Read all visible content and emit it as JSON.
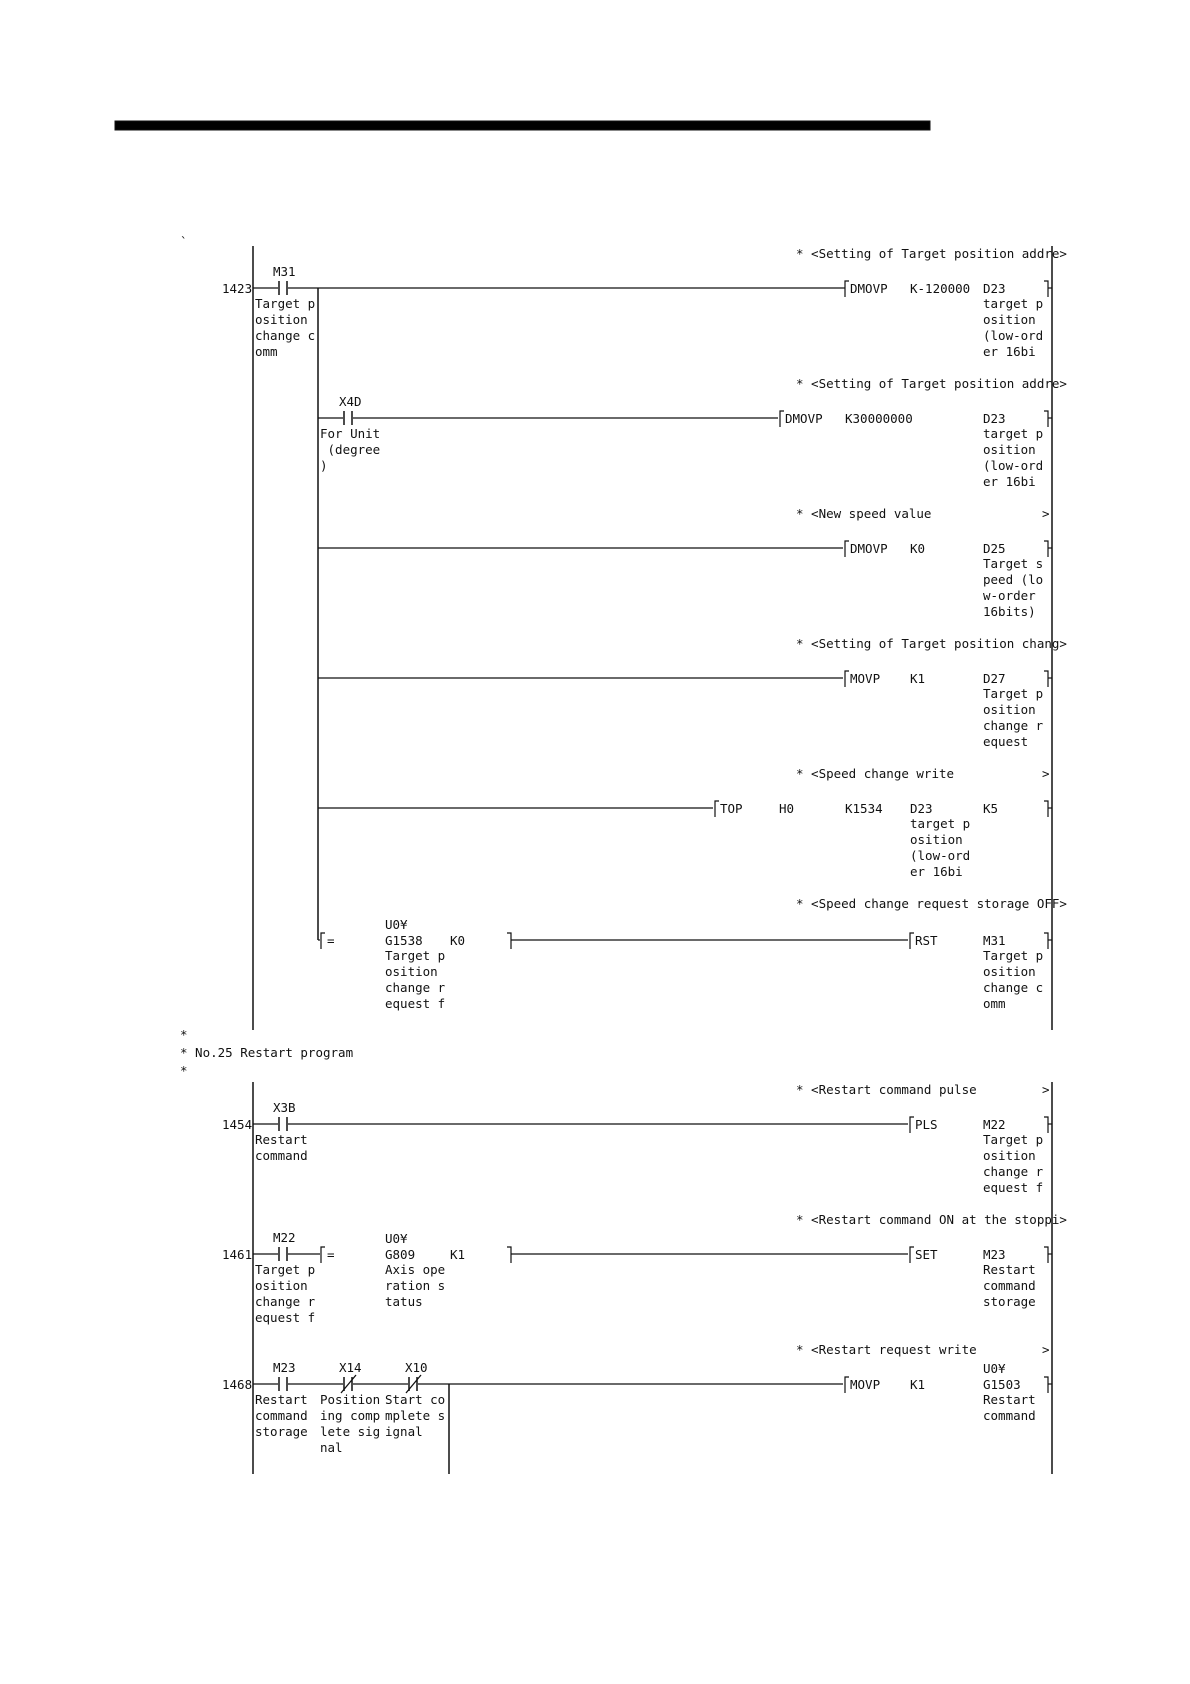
{
  "header_rule_color": "#000000",
  "diagram": {
    "top_mark": "`",
    "rungs": [
      {
        "step": "1423",
        "comment": "* <Setting of Target position addre>",
        "contact": {
          "device": "M31",
          "label": [
            "Target p",
            "osition",
            "change c",
            "omm"
          ]
        },
        "instruction": {
          "mnemonic": "DMOVP",
          "operands": [
            "K-120000",
            "D23"
          ]
        },
        "dest_label": [
          "target p",
          "osition",
          "(low-ord",
          "er 16bi"
        ]
      },
      {
        "comment": "* <Setting of Target position addre>",
        "contact": {
          "device": "X4D",
          "label": [
            "For Unit",
            " (degree",
            ")"
          ]
        },
        "instruction": {
          "mnemonic": "DMOVP",
          "operands": [
            "K30000000",
            "D23"
          ]
        },
        "dest_label": [
          "target p",
          "osition",
          "(low-ord",
          "er 16bi"
        ]
      },
      {
        "comment": "* <New speed value",
        "comment_end": ">",
        "instruction": {
          "mnemonic": "DMOVP",
          "operands": [
            "K0",
            "D25"
          ]
        },
        "dest_label": [
          "Target s",
          "peed (lo",
          "w-order",
          "16bits)"
        ]
      },
      {
        "comment": "* <Setting of Target position chang>",
        "instruction": {
          "mnemonic": "MOVP",
          "operands": [
            "K1",
            "D27"
          ]
        },
        "dest_label": [
          "Target p",
          "osition",
          "change r",
          "equest"
        ]
      },
      {
        "comment": "* <Speed change write",
        "comment_end": ">",
        "instruction": {
          "mnemonic": "TOP",
          "operands": [
            "H0",
            "K1534",
            "D23",
            "K5"
          ]
        },
        "operand_label": [
          "target p",
          "osition",
          "(low-ord",
          "er 16bi"
        ]
      },
      {
        "comment": "* <Speed change request storage OFF>",
        "compare": {
          "op": "=",
          "device_top": "U0¥",
          "device": "G1538",
          "value": "K0",
          "label": [
            "Target p",
            "osition",
            "change r",
            "equest f"
          ]
        },
        "instruction": {
          "mnemonic": "RST",
          "operands": [
            "M31"
          ]
        },
        "dest_label": [
          "Target p",
          "osition",
          "change c",
          "omm"
        ]
      }
    ],
    "section_header": [
      "*",
      "* No.25 Restart program",
      "*"
    ],
    "rungs2": [
      {
        "step": "1454",
        "comment": "* <Restart command pulse",
        "comment_end": ">",
        "contact": {
          "device": "X3B",
          "label": [
            "Restart",
            "command"
          ]
        },
        "instruction": {
          "mnemonic": "PLS",
          "operands": [
            "M22"
          ]
        },
        "dest_label": [
          "Target p",
          "osition",
          "change r",
          "equest f"
        ]
      },
      {
        "step": "1461",
        "comment": "* <Restart command ON at the stoppi>",
        "contact": {
          "device": "M22",
          "label": [
            "Target p",
            "osition",
            "change r",
            "equest f"
          ]
        },
        "compare": {
          "op": "=",
          "device_top": "U0¥",
          "device": "G809",
          "value": "K1",
          "label": [
            "Axis ope",
            "ration s",
            "tatus"
          ]
        },
        "instruction": {
          "mnemonic": "SET",
          "operands": [
            "M23"
          ]
        },
        "dest_label": [
          "Restart",
          "command",
          "storage"
        ]
      },
      {
        "step": "1468",
        "comment": "* <Restart request write",
        "comment_end": ">",
        "contacts": [
          {
            "device": "M23",
            "type": "NO",
            "label": [
              "Restart",
              "command",
              "storage"
            ]
          },
          {
            "device": "X14",
            "type": "NC",
            "label": [
              "Position",
              "ing comp",
              "lete sig",
              "nal"
            ]
          },
          {
            "device": "X10",
            "type": "NC",
            "label": [
              "Start co",
              "mplete s",
              "ignal"
            ]
          }
        ],
        "instruction": {
          "mnemonic": "MOVP",
          "operands": [
            "K1",
            "G1503"
          ],
          "dest_top": "U0¥"
        },
        "dest_label": [
          "Restart",
          "command"
        ]
      }
    ]
  }
}
